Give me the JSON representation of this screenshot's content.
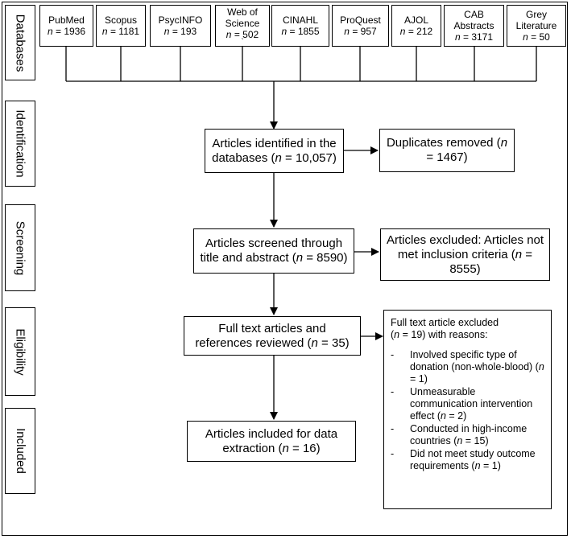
{
  "stages": [
    "Databases",
    "Identification",
    "Screening",
    "Eligibility",
    "Included"
  ],
  "databases": [
    {
      "name": "PubMed",
      "n": "= 1936"
    },
    {
      "name": "Scopus",
      "n": "= 1181"
    },
    {
      "name": "PsycINFO",
      "n": "= 193"
    },
    {
      "name": "Web of Science",
      "n": "= 502"
    },
    {
      "name": "CINAHL",
      "n": "= 1855"
    },
    {
      "name": "ProQuest",
      "n": "= 957"
    },
    {
      "name": "AJOL",
      "n": "= 212"
    },
    {
      "name": "CAB Abstracts",
      "n": "= 3171"
    },
    {
      "name": "Grey Literature",
      "n": "= 50"
    }
  ],
  "flow": {
    "identified": {
      "pre": "Articles identified in the databases (",
      "n": "n",
      "post": " = 10,057)"
    },
    "duplicates": {
      "pre": "Duplicates removed (",
      "n": "n",
      "post": " = 1467)"
    },
    "screened": {
      "pre": "Articles screened through title and abstract (",
      "n": "n",
      "post": " = 8590)"
    },
    "excluded_screen": {
      "pre": "Articles excluded: Articles not met inclusion criteria (",
      "n": "n",
      "post": " = 8555)"
    },
    "fulltext": {
      "pre": "Full text articles and references reviewed (",
      "n": "n",
      "post": " = 35)"
    },
    "included": {
      "pre": "Articles included for data extraction (",
      "n": "n",
      "post": " = 16)"
    }
  },
  "fulltext_excluded": {
    "header_line1": "Full text article excluded",
    "header_pre": "(",
    "header_n": "n",
    "header_post": " = 19) with reasons:",
    "reasons": [
      {
        "dash": "-",
        "pre": "Involved specific type of donation (non-whole-blood) (",
        "n": "n",
        "post": " = 1)"
      },
      {
        "dash": "-",
        "pre": "Unmeasurable communication intervention effect (",
        "n": "n",
        "post": " = 2)"
      },
      {
        "dash": "-",
        "pre": "Conducted in high-income countries (",
        "n": "n",
        "post": " = 15)"
      },
      {
        "dash": "-",
        "pre": "Did not meet study outcome requirements (",
        "n": "n",
        "post": " = 1)"
      }
    ]
  },
  "n_symbol": "n",
  "stray_mark": "`"
}
